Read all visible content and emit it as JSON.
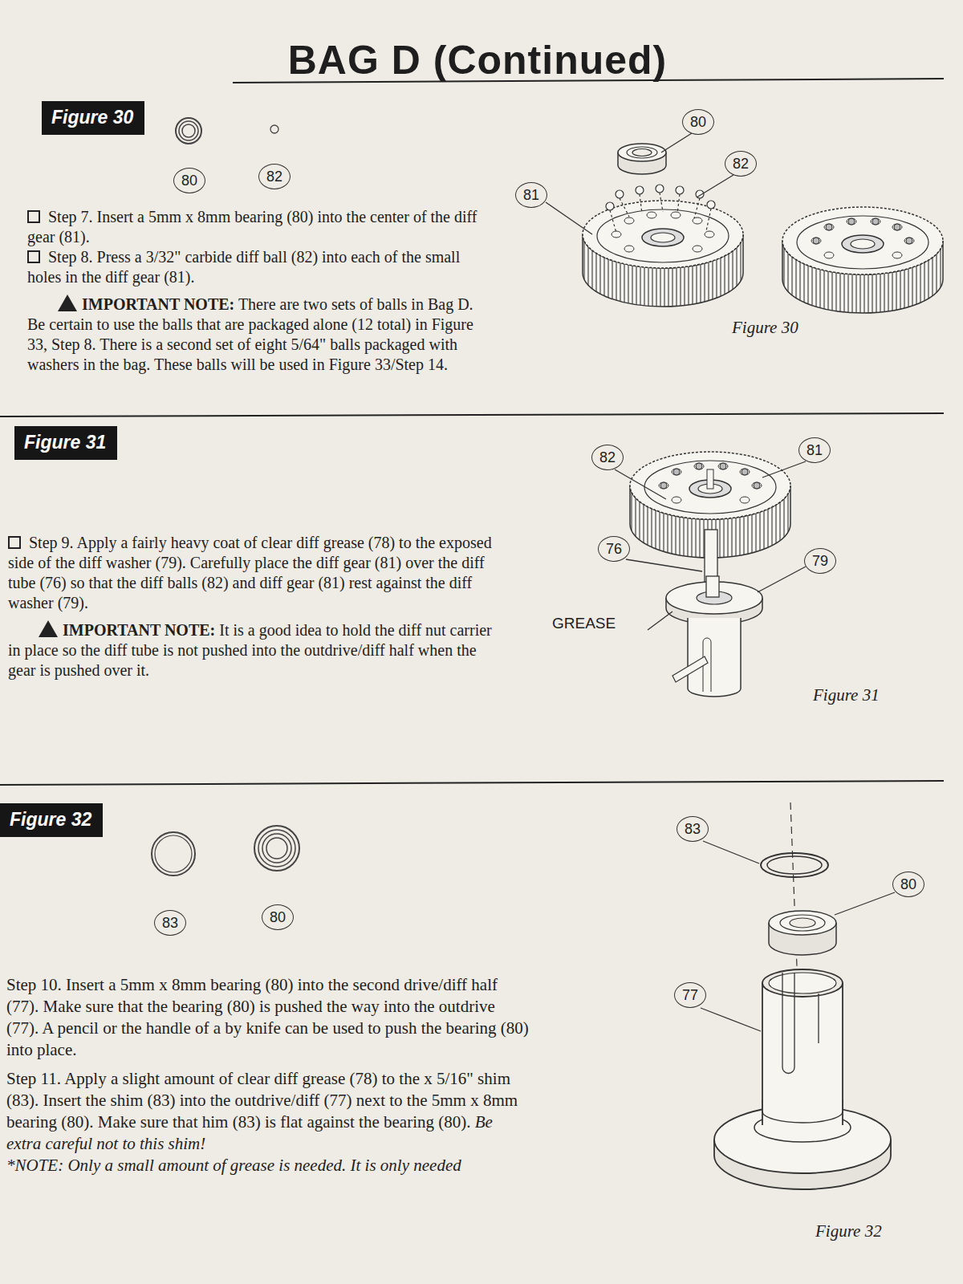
{
  "diagram": {
    "title": "BAG D (Continued)",
    "nodes": [
      {
        "text": [
          "Figure 30"
        ]
      },
      {
        "text": [
          "Figure 31"
        ]
      },
      {
        "text": [
          "Figure 32"
        ]
      }
    ],
    "labels": [
      "80",
      "82",
      "Step 7. Insert a 5mm x 8mm bearing (80) into the center of the diff gear (81).",
      "Step 8. Press a 3/32\" carbide diff ball (82) into each of the small holes in the diff gear (81).",
      "IMPORTANT NOTE:",
      "There are two sets of balls in Bag D. Be certain to use the balls that are packaged alone (12 total) in Figure 33, Step 8. There is a second set of eight 5/64\" balls packaged with washers in the bag. These balls will be used in Figure 33/Step 14.",
      "80",
      "82",
      "81",
      "Figure 30",
      "82",
      "81",
      "76",
      "79",
      "GREASE",
      "Figure 31",
      "Step 9. Apply a fairly heavy coat of clear diff grease (78) to the exposed side of the diff washer (79). Carefully place the diff gear (81) over the diff tube (76) so that the diff balls (82) and diff gear (81) rest against the diff washer (79).",
      "IMPORTANT NOTE:",
      "It is a good idea to hold the diff nut carrier in place so the diff tube is not pushed into the outdrive/diff half when the gear is pushed over it.",
      "83",
      "80",
      "Step 10. Insert a 5mm x 8mm bearing (80) into the second drive/diff half (77). Make sure that the bearing (80) is pushed the way into the outdrive (77). A pencil or the handle of a by knife can be used to push the bearing (80) into place.",
      "Step 11. Apply a slight amount of clear diff grease (78) to the x 5/16\" shim (83). Insert the shim (83) into the outdrive/diff (77) next to the 5mm x 8mm bearing (80). Make sure that him (83) is flat against the bearing (80).",
      "Be extra careful not to this shim!",
      "*NOTE: Only a small amount of grease is needed. It is only needed",
      "83",
      "80",
      "77",
      "Figure 32"
    ]
  }
}
